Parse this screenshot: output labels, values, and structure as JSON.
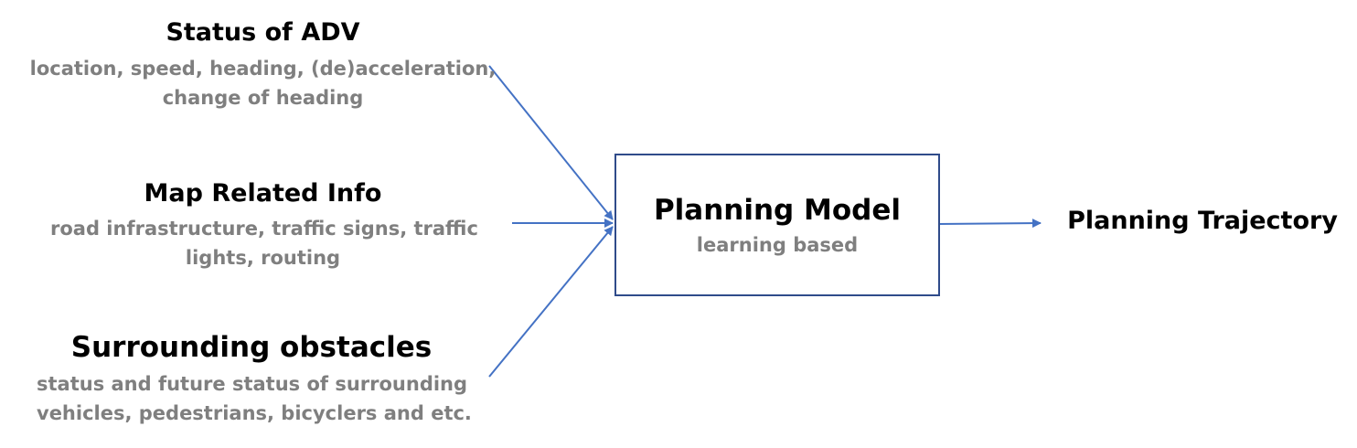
{
  "inputs": [
    {
      "title": "Status of ADV",
      "desc_lines": [
        "location, speed, heading, (de)acceleration,",
        "change of heading"
      ]
    },
    {
      "title": "Map Related Info",
      "desc_lines": [
        "road infrastructure, traffic signs, traffic",
        "lights, routing"
      ]
    },
    {
      "title": "Surrounding obstacles",
      "desc_lines": [
        "status and future status of surrounding",
        "vehicles, pedestrians, bicyclers and etc."
      ]
    }
  ],
  "model": {
    "title": "Planning Model",
    "subtitle": "learning based"
  },
  "output": {
    "label": "Planning Trajectory"
  },
  "colors": {
    "arrow": "#4472c4",
    "box_border": "#2f4b8a",
    "title_text": "#000000",
    "desc_text": "#7f7f7f"
  }
}
